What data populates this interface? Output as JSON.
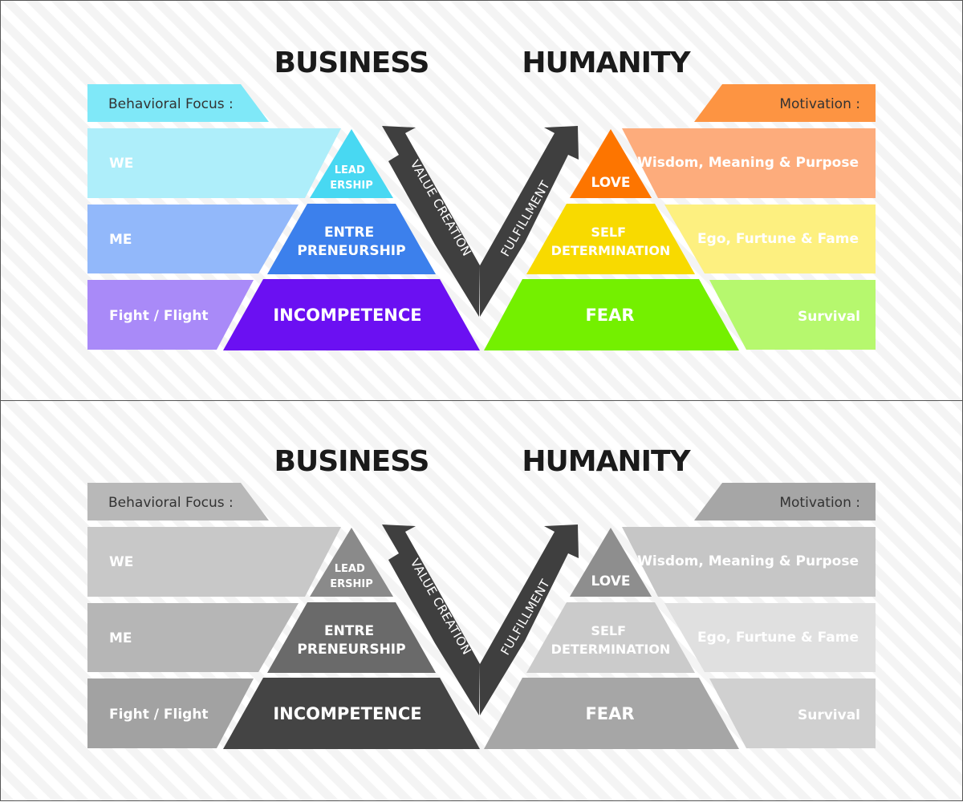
{
  "diagram": {
    "titles": {
      "business": "BUSINESS",
      "humanity": "HUMANITY"
    },
    "headers": {
      "behavioral_focus": "Behavioral Focus :",
      "motivation": "Motivation :"
    },
    "left_rows": {
      "top": "WE",
      "middle": "ME",
      "bottom": "Fight / Flight"
    },
    "left_pyramid": {
      "top": [
        "LEAD",
        "ERSHIP"
      ],
      "middle": [
        "ENTRE",
        "PRENEURSHIP"
      ],
      "bottom": "INCOMPETENCE"
    },
    "arrows": {
      "left": "VALUE CREATION",
      "right": "FULFILLMENT"
    },
    "right_pyramid": {
      "top": "LOVE",
      "middle": [
        "SELF",
        "DETERMINATION"
      ],
      "bottom": "FEAR"
    },
    "right_rows": {
      "top": "Wisdom, Meaning & Purpose",
      "middle": "Ego, Furtune & Fame",
      "bottom": "Survival"
    }
  },
  "colors": {
    "color_panel": {
      "behavioral_header": "#7fe8f8",
      "we_row": "#aeeefa",
      "me_row": "#92b8fa",
      "fight_row": "#a98af8",
      "leadership": "#48d8f2",
      "entrepreneurship": "#3c80ec",
      "incompetence": "#6b10f2",
      "motivation_header": "#fd9442",
      "wisdom_row": "#fdac7c",
      "ego_row": "#fdf080",
      "survival_row": "#b6f86e",
      "love": "#fd7500",
      "self_determination": "#f8da00",
      "fear": "#74f000",
      "arrow": "#3f3f3f",
      "header_text": "#333333"
    },
    "gray_panel": {
      "behavioral_header": "#b8b8b8",
      "we_row": "#c8c8c8",
      "me_row": "#b6b6b6",
      "fight_row": "#a2a2a2",
      "leadership": "#8a8a8a",
      "entrepreneurship": "#6a6a6a",
      "incompetence": "#444444",
      "motivation_header": "#a6a6a6",
      "wisdom_row": "#c6c6c6",
      "ego_row": "#e0e0e0",
      "survival_row": "#d0d0d0",
      "love": "#8e8e8e",
      "self_determination": "#cbcbcb",
      "fear": "#a6a6a6",
      "arrow": "#3f3f3f",
      "header_text": "#3a3a3a"
    }
  }
}
